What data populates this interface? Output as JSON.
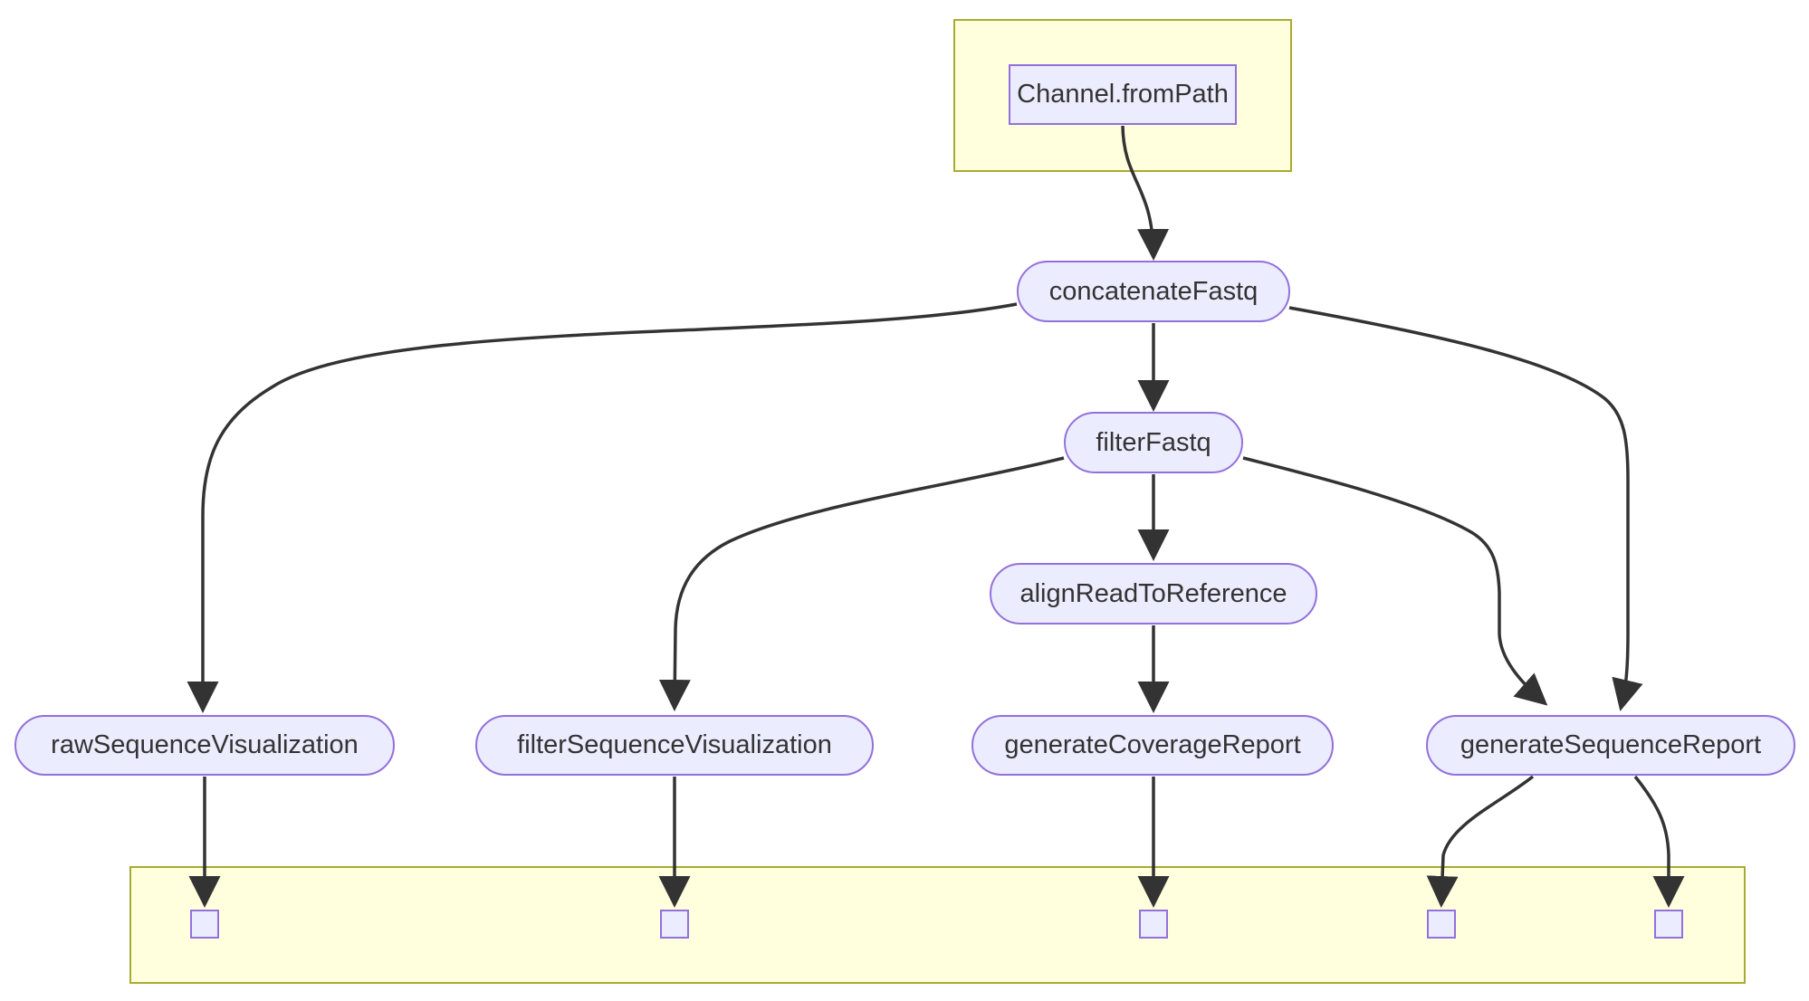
{
  "diagram": {
    "type": "flowchart",
    "direction": "top-down",
    "nodes": [
      {
        "id": "channel_fromPath",
        "label": "Channel.fromPath",
        "shape": "rect"
      },
      {
        "id": "concatenateFastq",
        "label": "concatenateFastq",
        "shape": "stadium"
      },
      {
        "id": "filterFastq",
        "label": "filterFastq",
        "shape": "stadium"
      },
      {
        "id": "alignReadToReference",
        "label": "alignReadToReference",
        "shape": "stadium"
      },
      {
        "id": "rawSequenceVisualization",
        "label": "rawSequenceVisualization",
        "shape": "stadium"
      },
      {
        "id": "filterSequenceVisualization",
        "label": "filterSequenceVisualization",
        "shape": "stadium"
      },
      {
        "id": "generateCoverageReport",
        "label": "generateCoverageReport",
        "shape": "stadium"
      },
      {
        "id": "generateSequenceReport",
        "label": "generateSequenceReport",
        "shape": "stadium"
      }
    ],
    "subgraphs": [
      {
        "id": "input-group",
        "label": "",
        "contains": [
          "channel_fromPath"
        ]
      },
      {
        "id": "output-group",
        "label": "",
        "contains": [
          "output-point-1",
          "output-point-2",
          "output-point-3",
          "output-point-4",
          "output-point-5"
        ]
      }
    ],
    "output_points": 5,
    "edges": [
      {
        "from": "channel_fromPath",
        "to": "concatenateFastq"
      },
      {
        "from": "concatenateFastq",
        "to": "filterFastq"
      },
      {
        "from": "concatenateFastq",
        "to": "rawSequenceVisualization"
      },
      {
        "from": "concatenateFastq",
        "to": "generateSequenceReport"
      },
      {
        "from": "filterFastq",
        "to": "alignReadToReference"
      },
      {
        "from": "filterFastq",
        "to": "filterSequenceVisualization"
      },
      {
        "from": "filterFastq",
        "to": "generateSequenceReport"
      },
      {
        "from": "alignReadToReference",
        "to": "generateCoverageReport"
      },
      {
        "from": "rawSequenceVisualization",
        "to": "output-point-1"
      },
      {
        "from": "filterSequenceVisualization",
        "to": "output-point-2"
      },
      {
        "from": "generateCoverageReport",
        "to": "output-point-3"
      },
      {
        "from": "generateSequenceReport",
        "to": "output-point-4"
      },
      {
        "from": "generateSequenceReport",
        "to": "output-point-5"
      }
    ],
    "colors": {
      "node_fill": "#ECECFF",
      "node_border": "#9370DB",
      "subgraph_fill": "#FFFFDE",
      "subgraph_border": "#AAAA33",
      "edge_color": "#333333",
      "text_color": "#333333",
      "page_bg": "#FFFFFF"
    }
  }
}
